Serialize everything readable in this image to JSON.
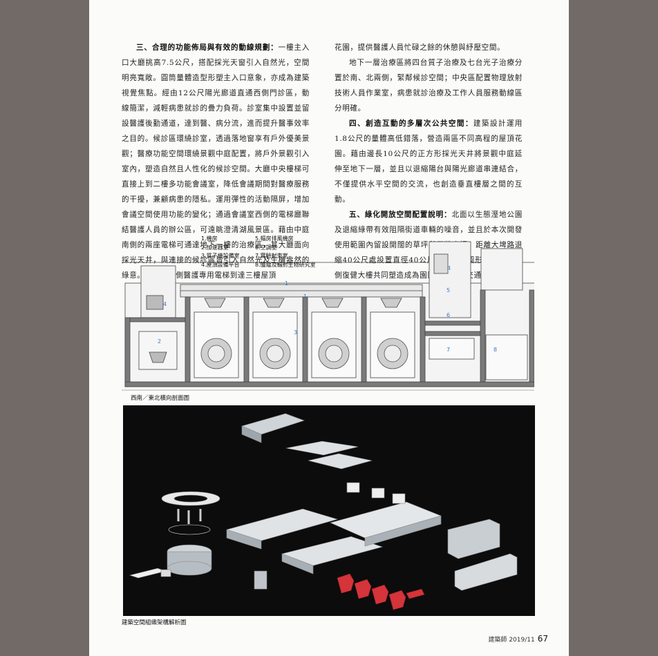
{
  "left_column": [
    {
      "heading": "三、合理的功能佈局與有效的動線規劃：",
      "text": "一樓主入口大廳挑高7.5公尺，搭配採光天窗引入自然光，空間明亮寬敞。圓筒量體造型形塑主入口意象，亦成為建築視覺焦點。經由12公尺陽光廊道直通西側門診區，動線簡潔，減輕病患就診的疊力負荷。診室集中設置並留設醫護後勤通道，達到醫、病分流，進而提升醫事效率之目的。候診區環繞診室，透過落地窗享有戶外優美景觀；醫療功能空間環繞景觀中庭配置，將戶外景觀引入室內，塑造自然且人性化的候診空間。大廳中央樓梯可直接上到二樓多功能會議室，降低會議期間對醫療服務的干擾，兼顧病患的隱私。運用彈性的活動隔屏，增加會議空間使用功能的變化；通過會議室西側的電梯廳聯結醫護人員的辦公區，可遠眺澄清湖風景區。藉由中庭南側的兩座電梯可通達地下一樓的治療區，其大廳面向採光天井，與連接的候診區皆引入自然光及生機盎然的綠意。可經由西側醫護專用電梯到達三樓屋頂"
    }
  ],
  "right_column": [
    {
      "heading": "",
      "text": "花園，提供醫護人員忙碌之餘的休憩與紓壓空間。",
      "flush": true
    },
    {
      "heading": "",
      "text": "地下一層治療區將四台質子治療及七台光子治療分置於南、北兩側，緊鄰候診空間；中央區配置物理放射技術人員作業室，病患就診治療及工作人員服務動線區分明確。"
    },
    {
      "heading": "四、創造互動的多層次公共空間：",
      "text": "建築設計運用1.8公尺的量體高低錯落，營造兩區不同高程的屋頂花園。藉由邊長10公尺的正方形採光天井將景觀中庭延伸至地下一層，並且以退縮陽台與陽光廊道串連結合，不僅提供水平空間的交流，也創造垂直樓層之間的互動。"
    },
    {
      "heading": "五、綠化開放空間配置說明：",
      "text": "北面以生態溼地公園及退縮綠帶有效阻隔街道車輛的噪音，並且於本次開發使用範圍內留設開闊的草坪與帶狀廣場。距離大埤路退縮40公尺處設置直徑40公尺之主入口圓形廣場，與東側復健大樓共同塑造成為園區中重要的交通節點。"
    }
  ],
  "section_legend": [
    "1.機房",
    "2.加速器室",
    "3.質子機設備室",
    "4.屋頂設備平台",
    "5.幅房排風機房",
    "6.空調室",
    "7.實驗射束室",
    "8.腫瘤及輻射生物研究室"
  ],
  "section_numbers": [
    "1",
    "1",
    "2",
    "3",
    "4",
    "4",
    "5",
    "6",
    "7",
    "8"
  ],
  "section_caption": "西南／東北橫向剖面圖",
  "axo_caption": "建築空間組織架構解析圖",
  "footer": {
    "journal": "建築師 2019/11",
    "page": "67"
  },
  "colors": {
    "page": "#fbfbfa",
    "surround": "#716a66",
    "legend_numbers": "#3a78c6",
    "axo_bg": "#0c0c0c",
    "axo_red": "#d4343a"
  }
}
